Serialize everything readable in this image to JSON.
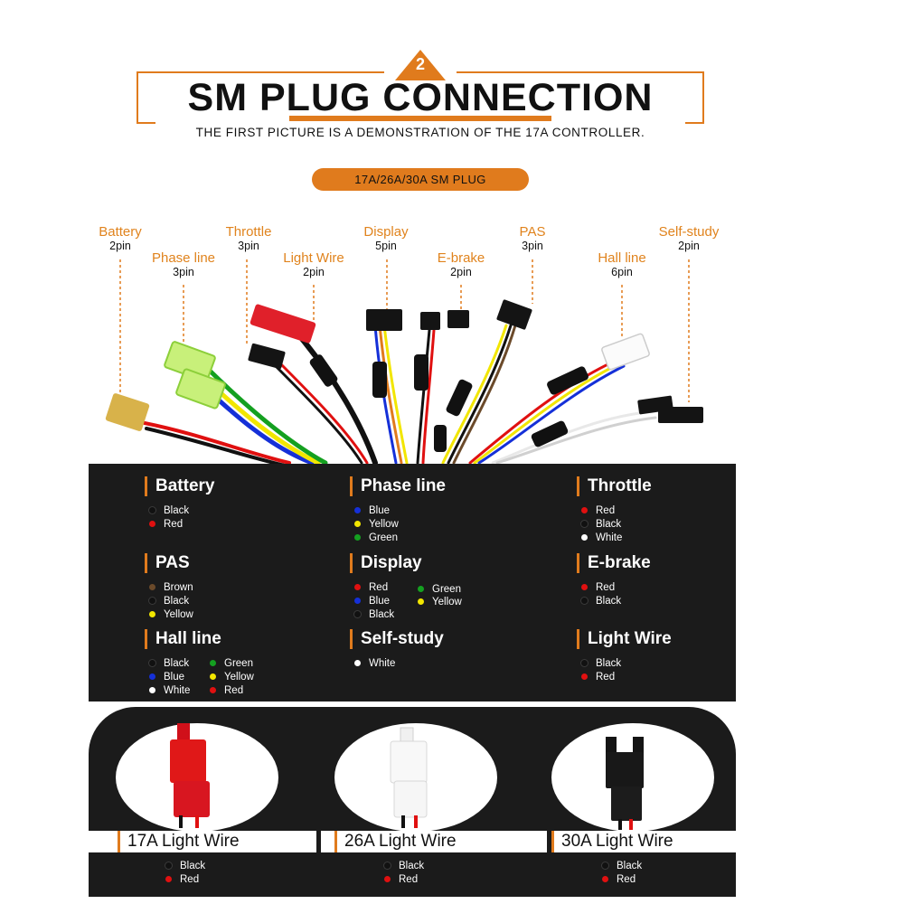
{
  "header": {
    "step_number": "2",
    "title": "SM PLUG CONNECTION",
    "subtitle": "THE FIRST PICTURE IS A DEMONSTRATION OF THE 17A CONTROLLER.",
    "plug_types": "17A/26A/30A SM PLUG",
    "accent_color": "#e07b1d"
  },
  "callouts": [
    {
      "name": "Battery",
      "pins": "2pin"
    },
    {
      "name": "Phase line",
      "pins": "3pin"
    },
    {
      "name": "Throttle",
      "pins": "3pin"
    },
    {
      "name": "Light Wire",
      "pins": "2pin"
    },
    {
      "name": "Display",
      "pins": "5pin"
    },
    {
      "name": "E-brake",
      "pins": "2pin"
    },
    {
      "name": "PAS",
      "pins": "3pin"
    },
    {
      "name": "Hall line",
      "pins": "6pin"
    },
    {
      "name": "Self-study",
      "pins": "2pin"
    }
  ],
  "color_groups": [
    {
      "title": "Battery",
      "wires": [
        {
          "label": "Black",
          "color": "#111111"
        },
        {
          "label": "Red",
          "color": "#e01010"
        }
      ]
    },
    {
      "title": "Phase line",
      "wires": [
        {
          "label": "Blue",
          "color": "#1530d8"
        },
        {
          "label": "Yellow",
          "color": "#f2e600"
        },
        {
          "label": "Green",
          "color": "#14a020"
        }
      ]
    },
    {
      "title": "Throttle",
      "wires": [
        {
          "label": "Red",
          "color": "#e01010"
        },
        {
          "label": "Black",
          "color": "#111111"
        },
        {
          "label": "White",
          "color": "#ffffff"
        }
      ]
    },
    {
      "title": "PAS",
      "wires": [
        {
          "label": "Brown",
          "color": "#6b4a2a"
        },
        {
          "label": "Black",
          "color": "#111111"
        },
        {
          "label": "Yellow",
          "color": "#f2e600"
        }
      ]
    },
    {
      "title": "Display",
      "wires": [
        {
          "label": "Red",
          "color": "#e01010"
        },
        {
          "label": "Blue",
          "color": "#1530d8"
        },
        {
          "label": "Black",
          "color": "#111111"
        },
        {
          "label": "Green",
          "color": "#14a020"
        },
        {
          "label": "Yellow",
          "color": "#f2e600"
        }
      ]
    },
    {
      "title": "E-brake",
      "wires": [
        {
          "label": "Red",
          "color": "#e01010"
        },
        {
          "label": "Black",
          "color": "#111111"
        }
      ]
    },
    {
      "title": "Hall line",
      "wires": [
        {
          "label": "Black",
          "color": "#111111"
        },
        {
          "label": "Blue",
          "color": "#1530d8"
        },
        {
          "label": "White",
          "color": "#ffffff"
        },
        {
          "label": "Green",
          "color": "#14a020"
        },
        {
          "label": "Yellow",
          "color": "#f2e600"
        },
        {
          "label": "Red",
          "color": "#e01010"
        }
      ]
    },
    {
      "title": "Self-study",
      "wires": [
        {
          "label": "White",
          "color": "#ffffff"
        }
      ]
    },
    {
      "title": "Light Wire",
      "wires": [
        {
          "label": "Black",
          "color": "#111111"
        },
        {
          "label": "Red",
          "color": "#e01010"
        }
      ]
    }
  ],
  "light_wire_plugs": [
    {
      "label": "17A Light Wire",
      "plug_color": "#e01818",
      "wires": [
        {
          "label": "Black",
          "color": "#111111"
        },
        {
          "label": "Red",
          "color": "#e01010"
        }
      ]
    },
    {
      "label": "26A Light Wire",
      "plug_color": "#f4f4f4",
      "wires": [
        {
          "label": "Black",
          "color": "#111111"
        },
        {
          "label": "Red",
          "color": "#e01010"
        }
      ]
    },
    {
      "label": "30A Light Wire",
      "plug_color": "#141414",
      "wires": [
        {
          "label": "Black",
          "color": "#111111"
        },
        {
          "label": "Red",
          "color": "#e01010"
        }
      ]
    }
  ]
}
